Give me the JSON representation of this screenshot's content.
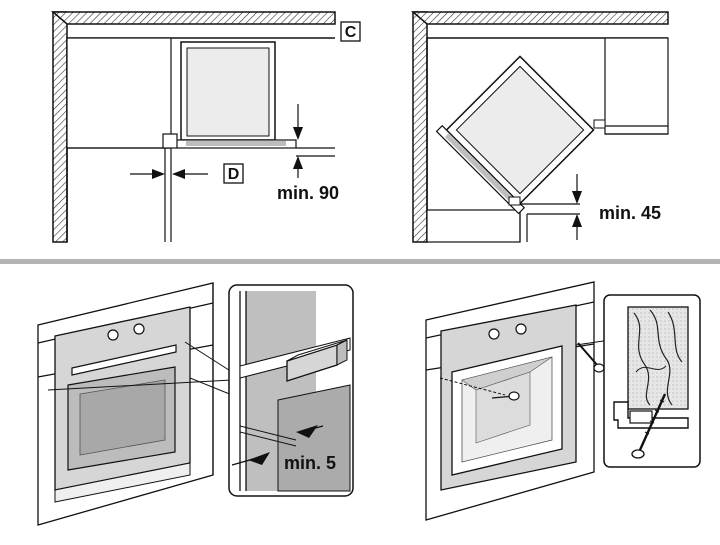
{
  "labels": {
    "figure_c": "C",
    "figure_d": "D",
    "min_90": "min. 90",
    "min_45": "min. 45",
    "min_5": "min. 5"
  },
  "colors": {
    "line": "#111111",
    "cabinet_fill": "#e8e8e8",
    "oven_fill": "#cfcfcf",
    "oven_dark": "#9a9a9a",
    "divider": "#b3b3b3",
    "wall_hatch": "#333333",
    "wood_fill": "#d9d9d9"
  }
}
